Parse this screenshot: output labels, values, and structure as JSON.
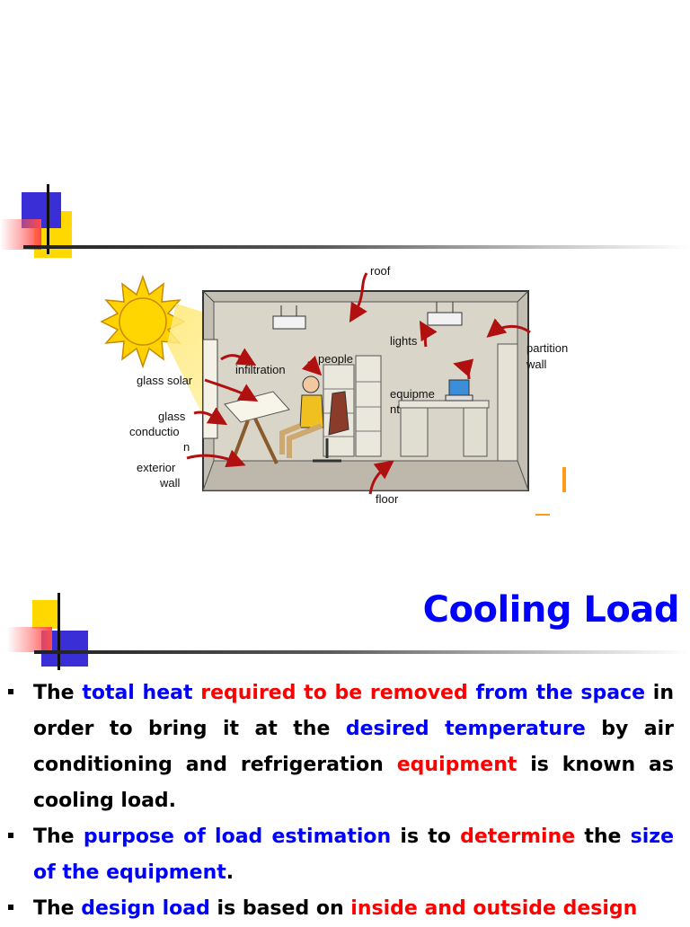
{
  "diagram": {
    "labels": {
      "roof": "roof",
      "lights": "lights",
      "partition_wall_1": "partition",
      "partition_wall_2": "wall",
      "people": "people",
      "infiltration": "infiltration",
      "glass_solar": "glass solar",
      "equipment_1": "equipme",
      "equipment_2": "nt",
      "glass_conduction_1": "glass",
      "glass_conduction_2": "conductio",
      "glass_conduction_3": "n",
      "exterior_wall_1": "exterior",
      "exterior_wall_2": "wall",
      "floor": "floor"
    }
  },
  "slide": {
    "title": "Cooling Load",
    "bullets": [
      [
        {
          "text": "The ",
          "color": "black"
        },
        {
          "text": "total heat",
          "color": "blue"
        },
        {
          "text": " ",
          "color": "black"
        },
        {
          "text": "required to be removed",
          "color": "red"
        },
        {
          "text": " ",
          "color": "black"
        },
        {
          "text": "from the space",
          "color": "blue"
        },
        {
          "text": " in order to bring it at the ",
          "color": "black"
        },
        {
          "text": "desired temperature",
          "color": "blue"
        },
        {
          "text": " by air conditioning and refrigeration ",
          "color": "black"
        },
        {
          "text": "equipment",
          "color": "red"
        },
        {
          "text": " is known as cooling load.",
          "color": "black"
        }
      ],
      [
        {
          "text": "The ",
          "color": "black"
        },
        {
          "text": "purpose of load estimation",
          "color": "blue"
        },
        {
          "text": " is to ",
          "color": "black"
        },
        {
          "text": "determine",
          "color": "red"
        },
        {
          "text": " the ",
          "color": "black"
        },
        {
          "text": "size of the equipment",
          "color": "blue"
        },
        {
          "text": ".",
          "color": "black"
        }
      ],
      [
        {
          "text": "The ",
          "color": "black"
        },
        {
          "text": "design load",
          "color": "blue"
        },
        {
          "text": " is based on ",
          "color": "black"
        },
        {
          "text": "inside and outside design",
          "color": "red"
        }
      ]
    ]
  },
  "colors": {
    "title": "#0000ff",
    "highlight_blue": "#0000ff",
    "highlight_red": "#ff0000",
    "deco_blue": "#3a2fd6",
    "deco_yellow": "#ffd800",
    "deco_red": "#ff4a4a"
  }
}
